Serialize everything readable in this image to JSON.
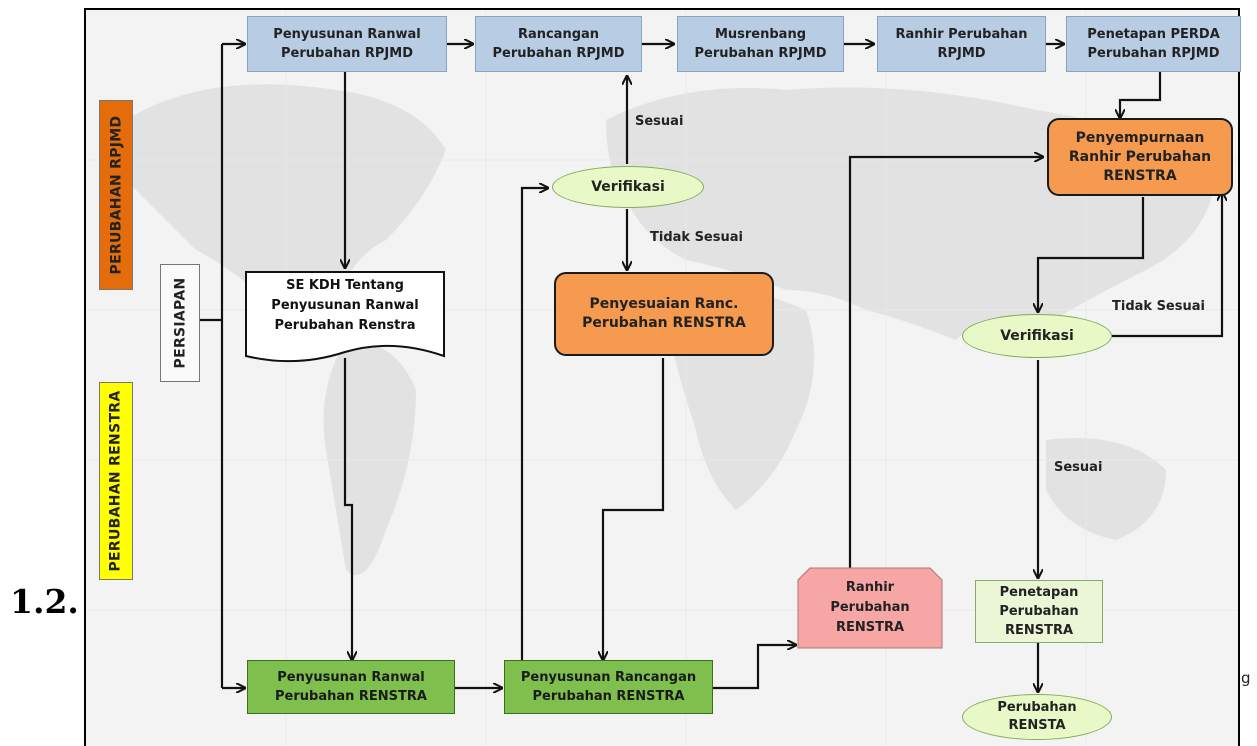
{
  "section_number": "1.2.",
  "side_labels": {
    "rpjmd": "PERUBAHAN RPJMD",
    "renstra": "PERUBAHAN RENSTRA",
    "persiapan": "PERSIAPAN"
  },
  "colors": {
    "rpjmd_tab": "#e46c0a",
    "renstra_tab": "#ffff00",
    "blue_box": "#b8cce4",
    "green_box": "#7fbf4d",
    "orange_box": "#f59a4e",
    "oval": "#e8f8c6",
    "ranhir_pink": "#f7a6a6"
  },
  "rpjmd_flow": [
    "Penyusunan Ranwal\nPerubahan RPJMD",
    "Rancangan\nPerubahan RPJMD",
    "Musrenbang\nPerubahan RPJMD",
    "Ranhir Perubahan\nRPJMD",
    "Penetapan PERDA\nPerubahan RPJMD"
  ],
  "se_kdh": "SE KDH Tentang\nPenyusunan Ranwal\nPerubahan Renstra",
  "verifikasi_1": "Verifikasi",
  "verifikasi_2": "Verifikasi",
  "sesuai_1": "Sesuai",
  "tidak_sesuai_1": "Tidak Sesuai",
  "sesuai_2": "Sesuai",
  "tidak_sesuai_2": "Tidak Sesuai",
  "penyesuaian": "Penyesuaian Ranc.\nPerubahan RENSTRA",
  "penyempurnaan": "Penyempurnaan\nRanhir Perubahan\nRENSTRA",
  "penyusunan_ranwal_renstra": "Penyusunan Ranwal\nPerubahan RENSTRA",
  "penyusunan_rancangan_renstra": "Penyusunan Rancangan\nPerubahan RENSTRA",
  "ranhir_renstra": "Ranhir\nPerubahan\nRENSTRA",
  "penetapan_renstra": "Penetapan\nPerubahan\nRENSTRA",
  "perubahan_renstra": "Perubahan\nRENSTA",
  "tail_mark": "g"
}
